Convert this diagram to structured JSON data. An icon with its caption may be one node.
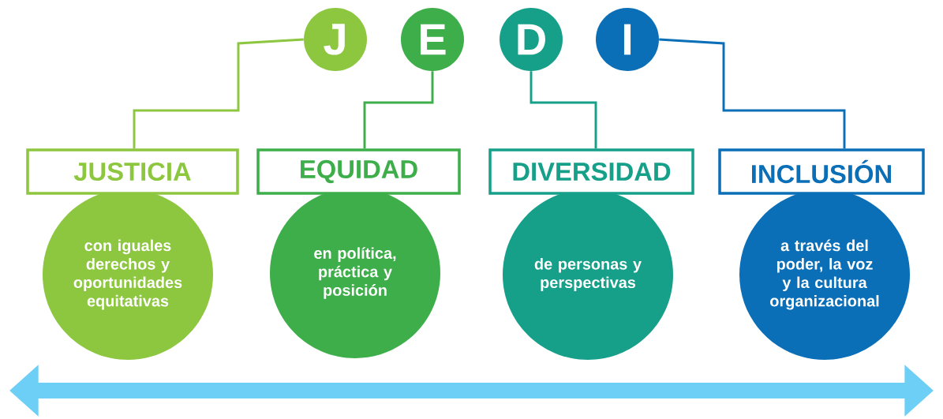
{
  "diagram": {
    "nodes": [
      {
        "text": [
          "J"
        ]
      },
      {
        "text": [
          "E"
        ]
      },
      {
        "text": [
          "D"
        ]
      },
      {
        "text": [
          "I"
        ]
      },
      {
        "text": [
          "JUSTICIA"
        ]
      },
      {
        "text": [
          "EQUIDAD"
        ]
      },
      {
        "text": [
          "DIVERSIDAD"
        ]
      },
      {
        "text": [
          "INCLUSIÓN"
        ]
      },
      {
        "text": [
          "con iguales derechos y oportunidades equitativas"
        ]
      },
      {
        "text": [
          "en política, práctica y posición"
        ]
      },
      {
        "text": [
          "de personas y perspectivas"
        ]
      },
      {
        "text": [
          "a través del poder, la voz y la cultura organizacional"
        ]
      }
    ],
    "edges": [
      {
        "from": 0,
        "to": 4,
        "arrow": "none",
        "color": "#8dc63f"
      },
      {
        "from": 1,
        "to": 5,
        "arrow": "none",
        "color": "#3dae4a"
      },
      {
        "from": 2,
        "to": 6,
        "arrow": "none",
        "color": "#16a08a"
      },
      {
        "from": 3,
        "to": 7,
        "arrow": "none",
        "color": "#0b6fb8"
      }
    ]
  }
}
